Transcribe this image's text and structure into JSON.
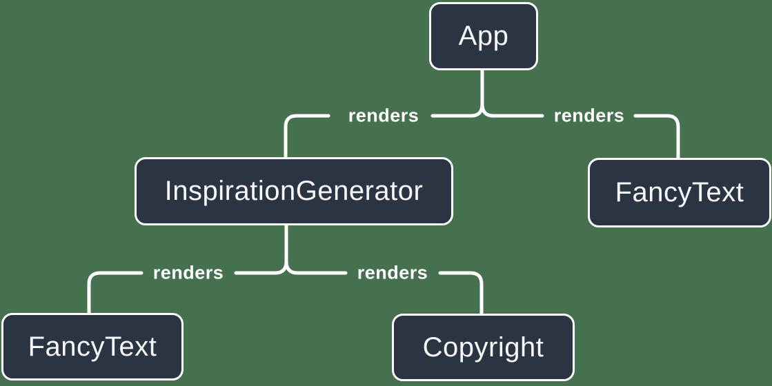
{
  "diagram": {
    "kind": "component-render-tree",
    "colors": {
      "background": "#46714E",
      "node_fill": "#2B3442",
      "node_border": "#FFFFFF",
      "node_text": "#F6F7F9",
      "line": "#FFFFFF"
    },
    "nodes": [
      {
        "id": "app",
        "label": "App"
      },
      {
        "id": "inspiration-generator",
        "label": "InspirationGenerator"
      },
      {
        "id": "fancy-text-top",
        "label": "FancyText"
      },
      {
        "id": "fancy-text-bottom",
        "label": "FancyText"
      },
      {
        "id": "copyright",
        "label": "Copyright"
      }
    ],
    "edges": [
      {
        "from": "App",
        "to": "InspirationGenerator",
        "label": "renders"
      },
      {
        "from": "App",
        "to": "FancyText",
        "label": "renders"
      },
      {
        "from": "InspirationGenerator",
        "to": "FancyText",
        "label": "renders"
      },
      {
        "from": "InspirationGenerator",
        "to": "Copyright",
        "label": "renders"
      }
    ]
  }
}
